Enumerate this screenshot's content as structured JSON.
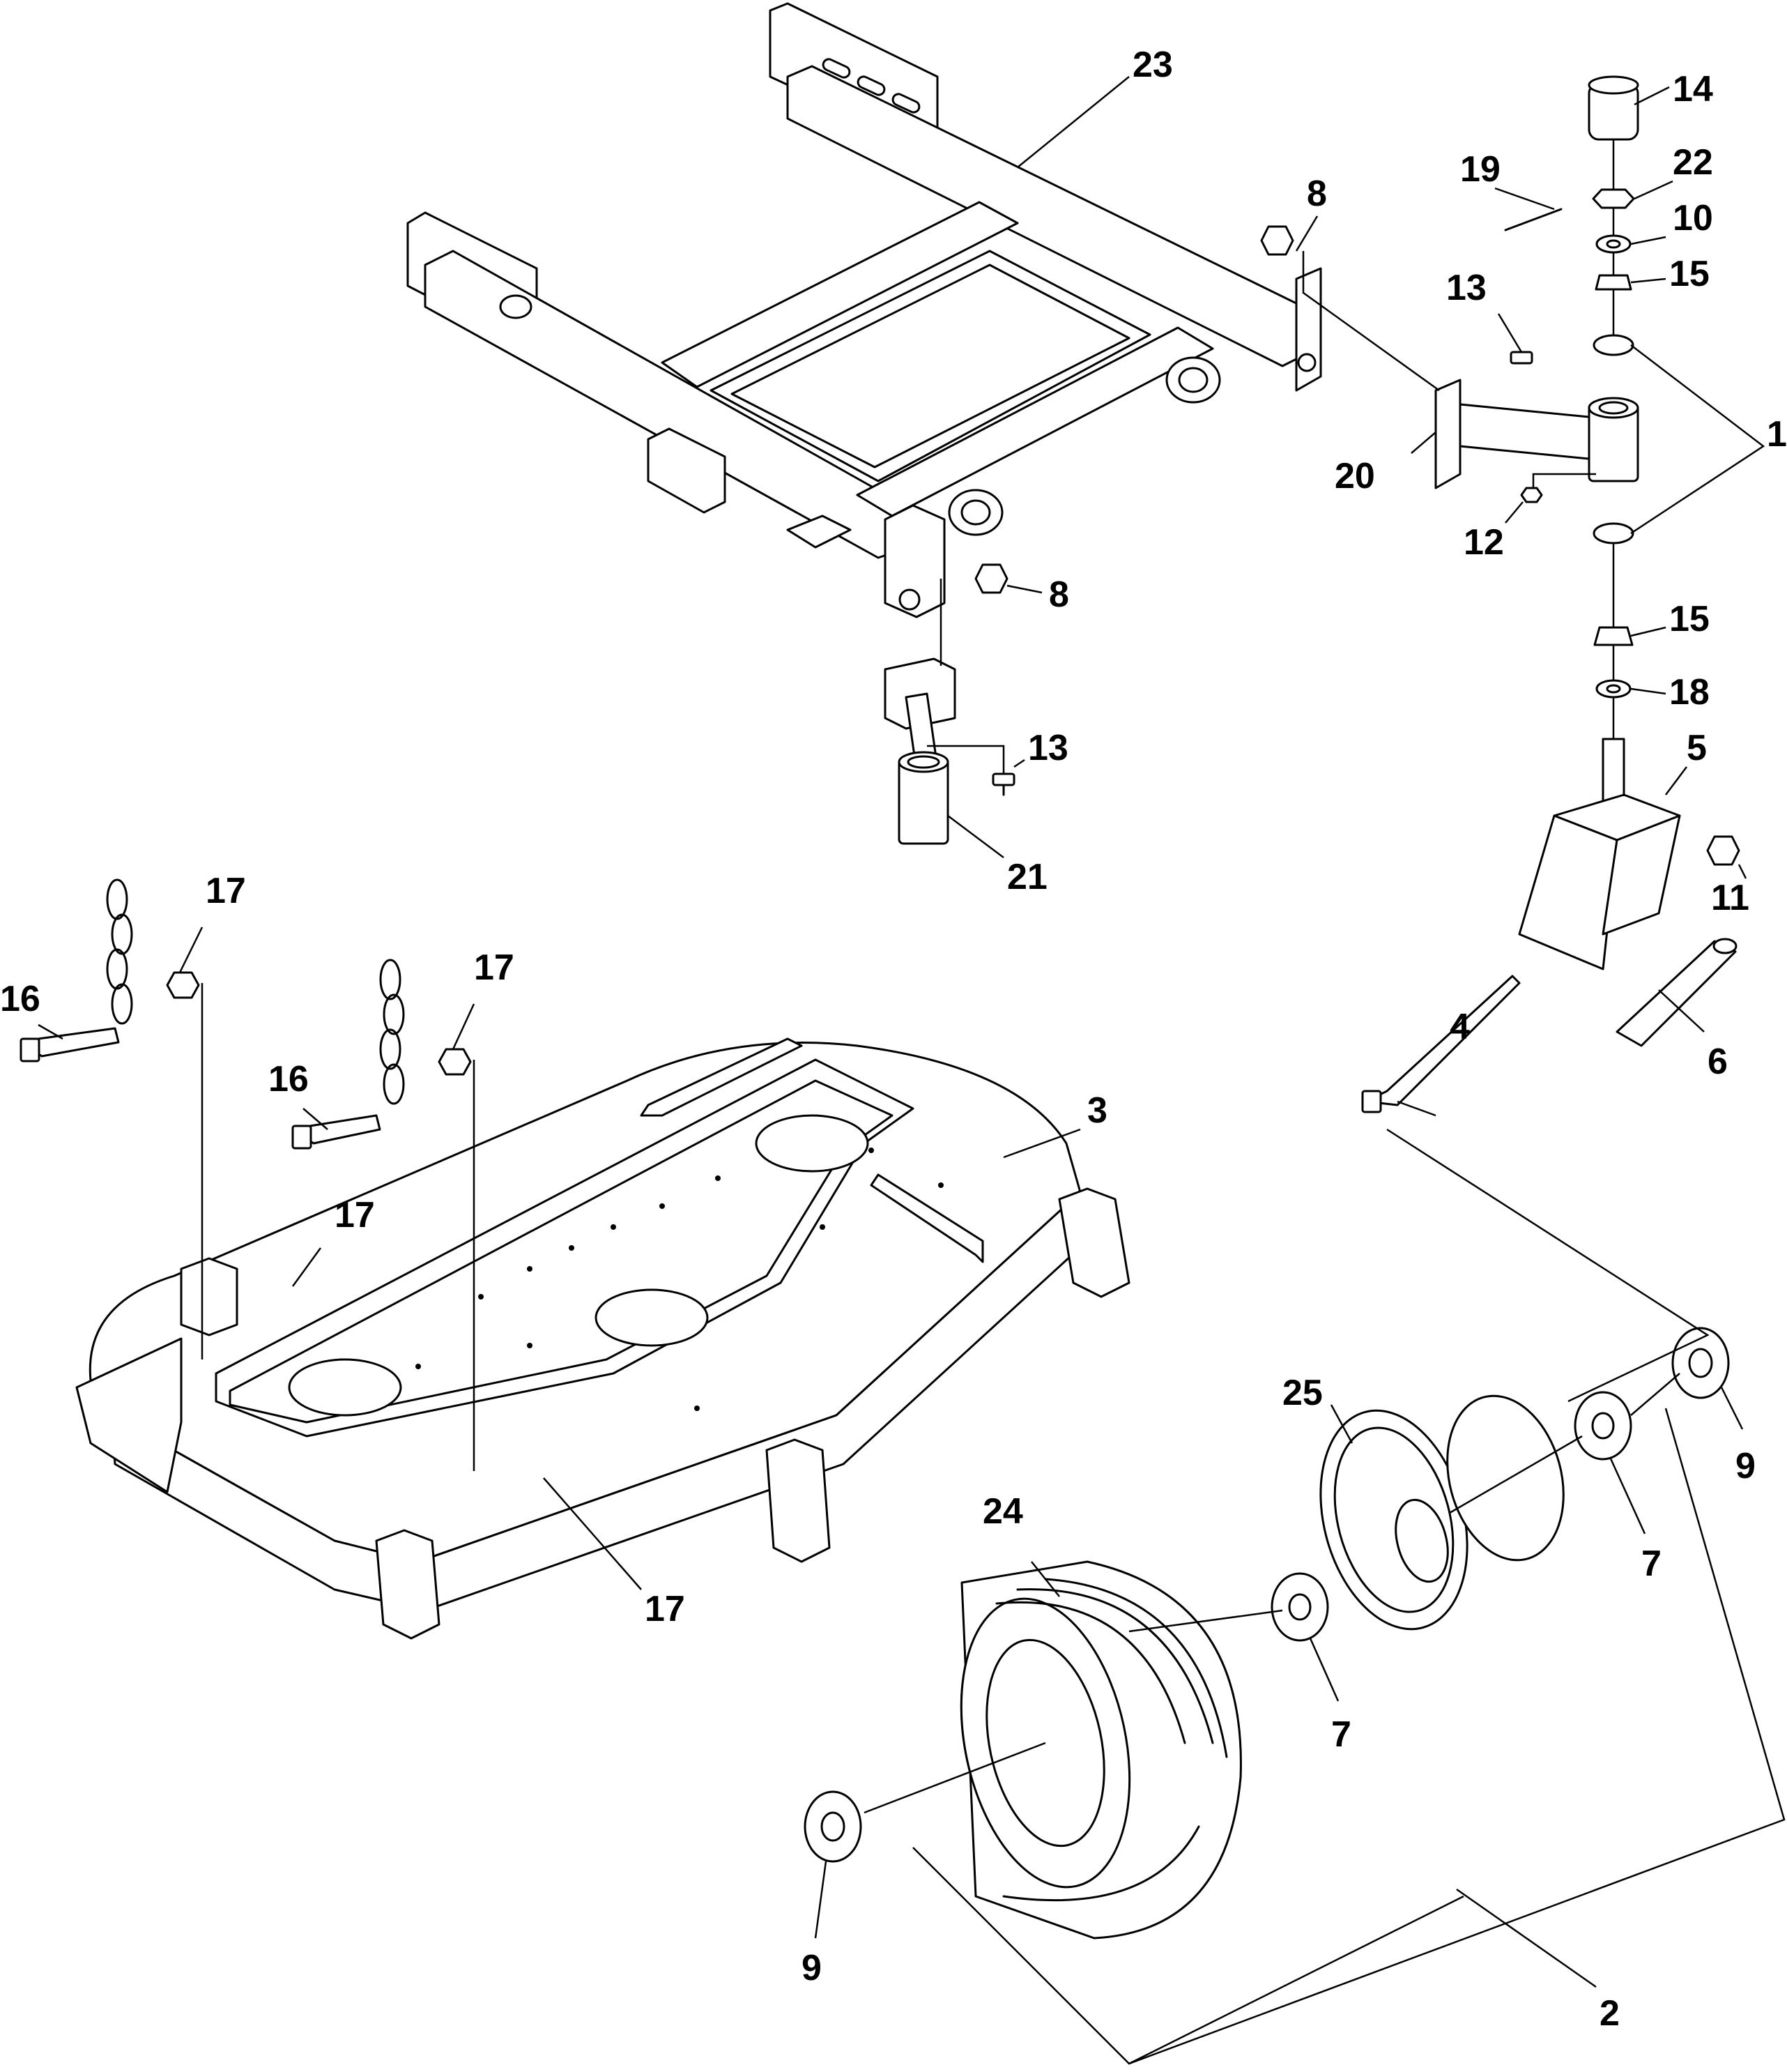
{
  "diagram": {
    "callouts": [
      {
        "id": "c23",
        "text": "23"
      },
      {
        "id": "c14",
        "text": "14"
      },
      {
        "id": "c19",
        "text": "19"
      },
      {
        "id": "c22",
        "text": "22"
      },
      {
        "id": "c8a",
        "text": "8"
      },
      {
        "id": "c10",
        "text": "10"
      },
      {
        "id": "c13a",
        "text": "13"
      },
      {
        "id": "c15a",
        "text": "15"
      },
      {
        "id": "c1",
        "text": "1"
      },
      {
        "id": "c20",
        "text": "20"
      },
      {
        "id": "c12",
        "text": "12"
      },
      {
        "id": "c8b",
        "text": "8"
      },
      {
        "id": "c15b",
        "text": "15"
      },
      {
        "id": "c18",
        "text": "18"
      },
      {
        "id": "c13b",
        "text": "13"
      },
      {
        "id": "c5",
        "text": "5"
      },
      {
        "id": "c21",
        "text": "21"
      },
      {
        "id": "c11",
        "text": "11"
      },
      {
        "id": "c17a",
        "text": "17"
      },
      {
        "id": "c17b",
        "text": "17"
      },
      {
        "id": "c16a",
        "text": "16"
      },
      {
        "id": "c4",
        "text": "4"
      },
      {
        "id": "c6",
        "text": "6"
      },
      {
        "id": "c16b",
        "text": "16"
      },
      {
        "id": "c3",
        "text": "3"
      },
      {
        "id": "c17c",
        "text": "17"
      },
      {
        "id": "c25",
        "text": "25"
      },
      {
        "id": "c9a",
        "text": "9"
      },
      {
        "id": "c24",
        "text": "24"
      },
      {
        "id": "c7a",
        "text": "7"
      },
      {
        "id": "c17d",
        "text": "17"
      },
      {
        "id": "c7b",
        "text": "7"
      },
      {
        "id": "c9b",
        "text": "9"
      },
      {
        "id": "c2",
        "text": "2"
      }
    ]
  }
}
